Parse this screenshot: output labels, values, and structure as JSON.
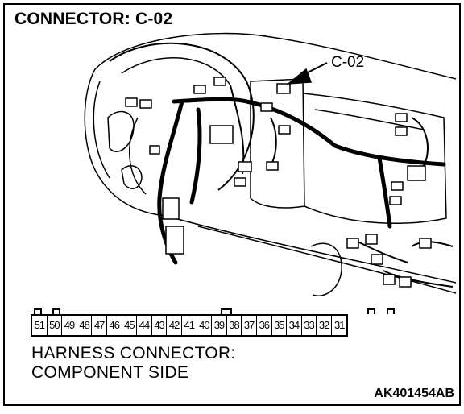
{
  "title": "CONNECTOR: C-02",
  "callout_label": "C-02",
  "connector_pins": [
    "51",
    "50",
    "49",
    "48",
    "47",
    "46",
    "45",
    "44",
    "43",
    "42",
    "41",
    "40",
    "39",
    "38",
    "37",
    "36",
    "35",
    "34",
    "33",
    "32",
    "31"
  ],
  "caption_line1": "HARNESS CONNECTOR:",
  "caption_line2": "COMPONENT SIDE",
  "figure_id": "AK401454AB"
}
